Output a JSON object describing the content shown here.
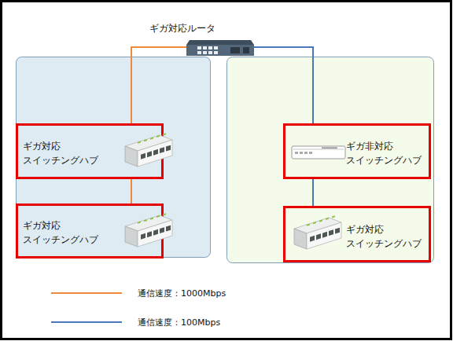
{
  "diagram": {
    "nodes": [
      {
        "text": [
          "ギガ対応ルータ"
        ]
      },
      {
        "text": [
          "ギガ対応 スイッチングハブ"
        ]
      },
      {
        "text": [
          "ギガ対応 スイッチングハブ"
        ]
      },
      {
        "text": [
          "ギガ非対応 スイッチングハブ"
        ]
      },
      {
        "text": [
          "ギガ対応 スイッチングハブ"
        ]
      }
    ],
    "edges": [
      {
        "from": 0,
        "to": 1,
        "arrow": "none"
      },
      {
        "from": 1,
        "to": 2,
        "arrow": "none"
      },
      {
        "from": 0,
        "to": 3,
        "arrow": "none"
      },
      {
        "from": 3,
        "to": 4,
        "arrow": "none"
      }
    ],
    "legend": [
      {
        "text": "通信速度：1000Mbps"
      },
      {
        "text": "通信速度：100Mbps"
      }
    ]
  }
}
